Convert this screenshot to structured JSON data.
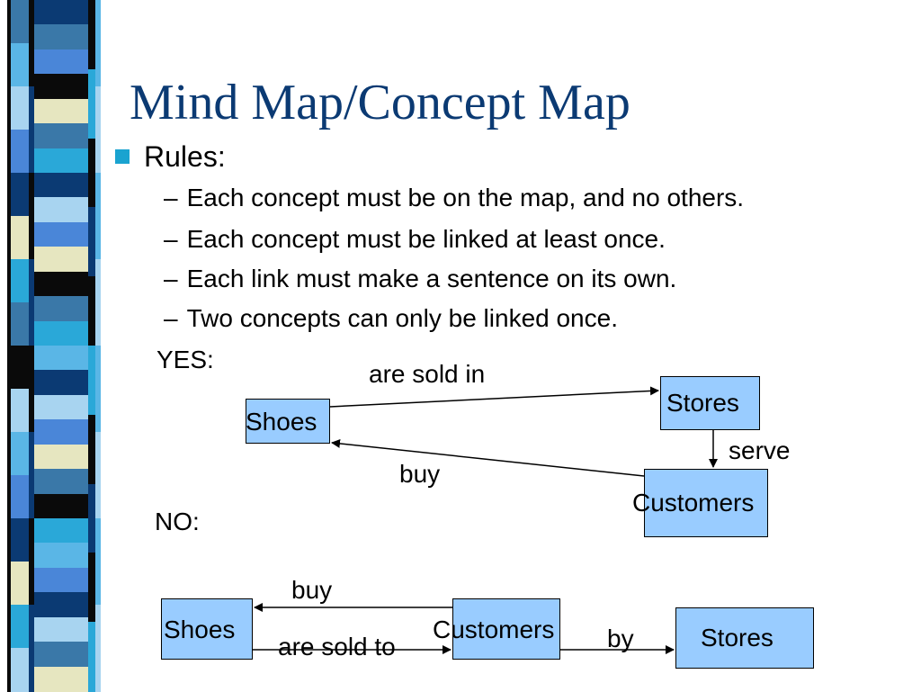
{
  "slide": {
    "title": "Mind Map/Concept Map",
    "bullet": "Rules:",
    "dash": "–",
    "rules": [
      "Each concept must be on the map, and no others.",
      "Each concept must be linked at least once.",
      "Each link must make a sentence on its own.",
      "Two concepts can only be linked once."
    ],
    "yes_label": "YES:",
    "no_label": "NO:"
  },
  "yes_map": {
    "nodes": {
      "shoes": "Shoes",
      "stores": "Stores",
      "customers": "Customers"
    },
    "edges": {
      "shoes_to_stores": "are sold in",
      "stores_to_customers": "serve",
      "customers_to_shoes": "buy"
    }
  },
  "no_map": {
    "nodes": {
      "shoes": "Shoes",
      "customers": "Customers",
      "stores": "Stores"
    },
    "edges": {
      "customers_to_shoes": "buy",
      "shoes_to_customers": "are sold to",
      "customers_to_stores": "by"
    }
  },
  "colors": {
    "title": "#0b3a73",
    "bullet": "#1aa3d0",
    "node_fill": "#99ccff",
    "stripe": [
      "#3a78a8",
      "#0b3a73",
      "#5ab6e6",
      "#0a0a0a",
      "#e6e6c0",
      "#4a86d8",
      "#2aa8d8",
      "#a8d4f0"
    ]
  }
}
